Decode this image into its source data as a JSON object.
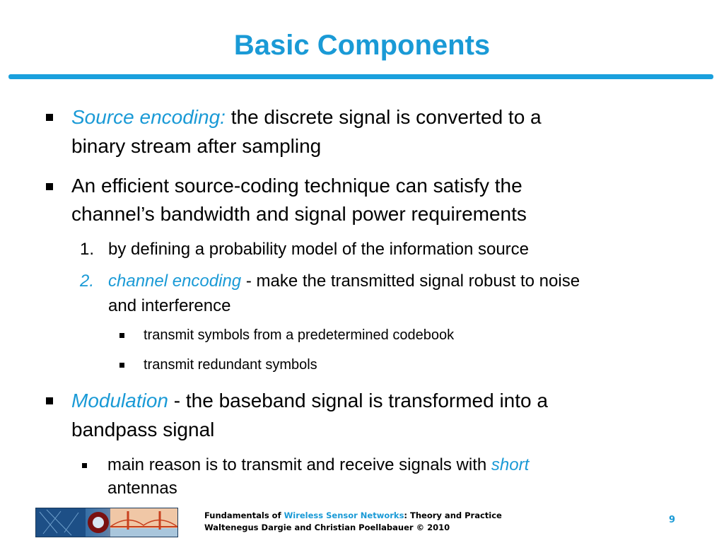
{
  "slide": {
    "title": "Basic Components",
    "b1": {
      "emphasis": "Source encoding",
      "colon": ":",
      "text": " the discrete signal is converted to a",
      "cont": "binary stream after sampling"
    },
    "b2": {
      "line1": "An efficient source-coding technique can satisfy the",
      "line2": "channel’s bandwidth and signal power requirements",
      "items": [
        {
          "number": "1.",
          "text": "by defining a probability model of the information source"
        },
        {
          "number": "2.",
          "emphasis": "channel encoding",
          "text": " - make the transmitted signal robust to noise",
          "cont": "and interference"
        }
      ],
      "subitems": [
        "transmit symbols from a predetermined codebook",
        "transmit redundant symbols"
      ]
    },
    "b3": {
      "emphasis": "Modulation",
      "text": " - the baseband signal is transformed into a",
      "cont": "bandpass signal",
      "sub": {
        "text": "main reason is to transmit and receive signals with ",
        "emphasis": "short",
        "cont": "antennas"
      }
    }
  },
  "footer": {
    "line1_a": "Fundamentals of ",
    "line1_b": "Wireless Sensor Networks",
    "line1_c": ": Theory and Practice",
    "line2": "Waltenegus Dargie and Christian Poellabauer © 2010",
    "page": "9"
  },
  "colors": {
    "accent": "#1a9ad6",
    "rule": "#1aa0dd"
  }
}
